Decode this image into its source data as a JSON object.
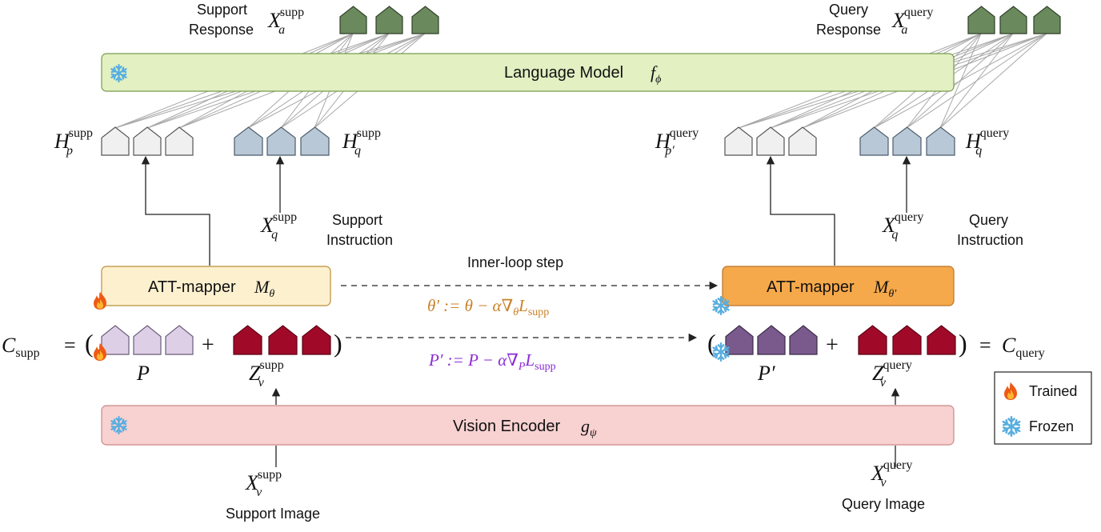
{
  "colors": {
    "language_model_bar": "#e2f0c2",
    "vision_encoder_bar": "#f8d1d1",
    "mapper_trained": "#fdf0cf",
    "mapper_adapted": "#f6a94a",
    "response_token": "#6a8a5e",
    "prompt_token": "#f0f0f0",
    "instruction_token": "#b9c8d6",
    "support_prompt_token": "#ddd0e6",
    "query_prompt_token": "#7a5a8c",
    "visual_token": "#a00a28",
    "eq_orange": "#c9822b",
    "eq_purple": "#8a2bd6",
    "snowflake": "#58aee0"
  },
  "language_model": {
    "label": "Language Model",
    "symbol": "f",
    "subscript": "ϕ",
    "icon": "snowflake-icon"
  },
  "vision_encoder": {
    "label": "Vision Encoder",
    "symbol": "g",
    "subscript": "ψ",
    "icon": "snowflake-icon"
  },
  "support": {
    "response_label": [
      "Support",
      "Response"
    ],
    "response_var": {
      "base": "X",
      "sub": "a",
      "sup": "supp"
    },
    "prompt_hidden": {
      "base": "H",
      "sub": "p",
      "sup": "supp"
    },
    "instruction_hidden": {
      "base": "H",
      "sub": "q",
      "sup": "supp"
    },
    "instruction_var": {
      "base": "X",
      "sub": "q",
      "sup": "supp"
    },
    "instruction_label": [
      "Support",
      "Instruction"
    ],
    "mapper": {
      "label": "ATT-mapper",
      "symbol": "M",
      "subscript": "θ",
      "icon": "flame-icon"
    },
    "context": {
      "lhs": "C",
      "lhs_sub": "supp",
      "eq": "=",
      "open": "(",
      "plus": "+",
      "close": ")"
    },
    "prompt": "P",
    "visual": {
      "base": "Z",
      "sub": "v",
      "sup": "supp"
    },
    "image_var": {
      "base": "X",
      "sub": "v",
      "sup": "supp"
    },
    "image_label": "Support Image"
  },
  "query": {
    "response_label": [
      "Query",
      "Response"
    ],
    "response_var": {
      "base": "X",
      "sub": "a",
      "sup": "query"
    },
    "prompt_hidden": {
      "base": "H",
      "sub": "p′",
      "sup": "query"
    },
    "instruction_hidden": {
      "base": "H",
      "sub": "q",
      "sup": "query"
    },
    "instruction_var": {
      "base": "X",
      "sub": "q",
      "sup": "query"
    },
    "instruction_label": [
      "Query",
      "Instruction"
    ],
    "mapper": {
      "label": "ATT-mapper",
      "symbol": "M",
      "subscript": "θ′",
      "icon": "snowflake-icon"
    },
    "context": {
      "open": "(",
      "plus": "+",
      "close": ")",
      "eq": "=",
      "rhs": "C",
      "rhs_sub": "query"
    },
    "prompt": "P′",
    "visual": {
      "base": "Z",
      "sub": "v",
      "sup": "query"
    },
    "image_var": {
      "base": "X",
      "sub": "v",
      "sup": "query"
    },
    "image_label": "Query Image"
  },
  "inner_loop": {
    "title": "Inner-loop step",
    "theta_update": "θ′ := θ − α∇θLsupp",
    "theta_parts": [
      "θ′ := θ − α∇",
      "θ",
      "L",
      "supp"
    ],
    "prompt_update": "P′ := P − α∇PLsupp",
    "prompt_parts": [
      "P′ := P − α∇",
      "P",
      "L",
      "supp"
    ]
  },
  "legend": [
    {
      "icon": "flame-icon",
      "label": "Trained"
    },
    {
      "icon": "snowflake-icon",
      "label": "Frozen"
    }
  ]
}
